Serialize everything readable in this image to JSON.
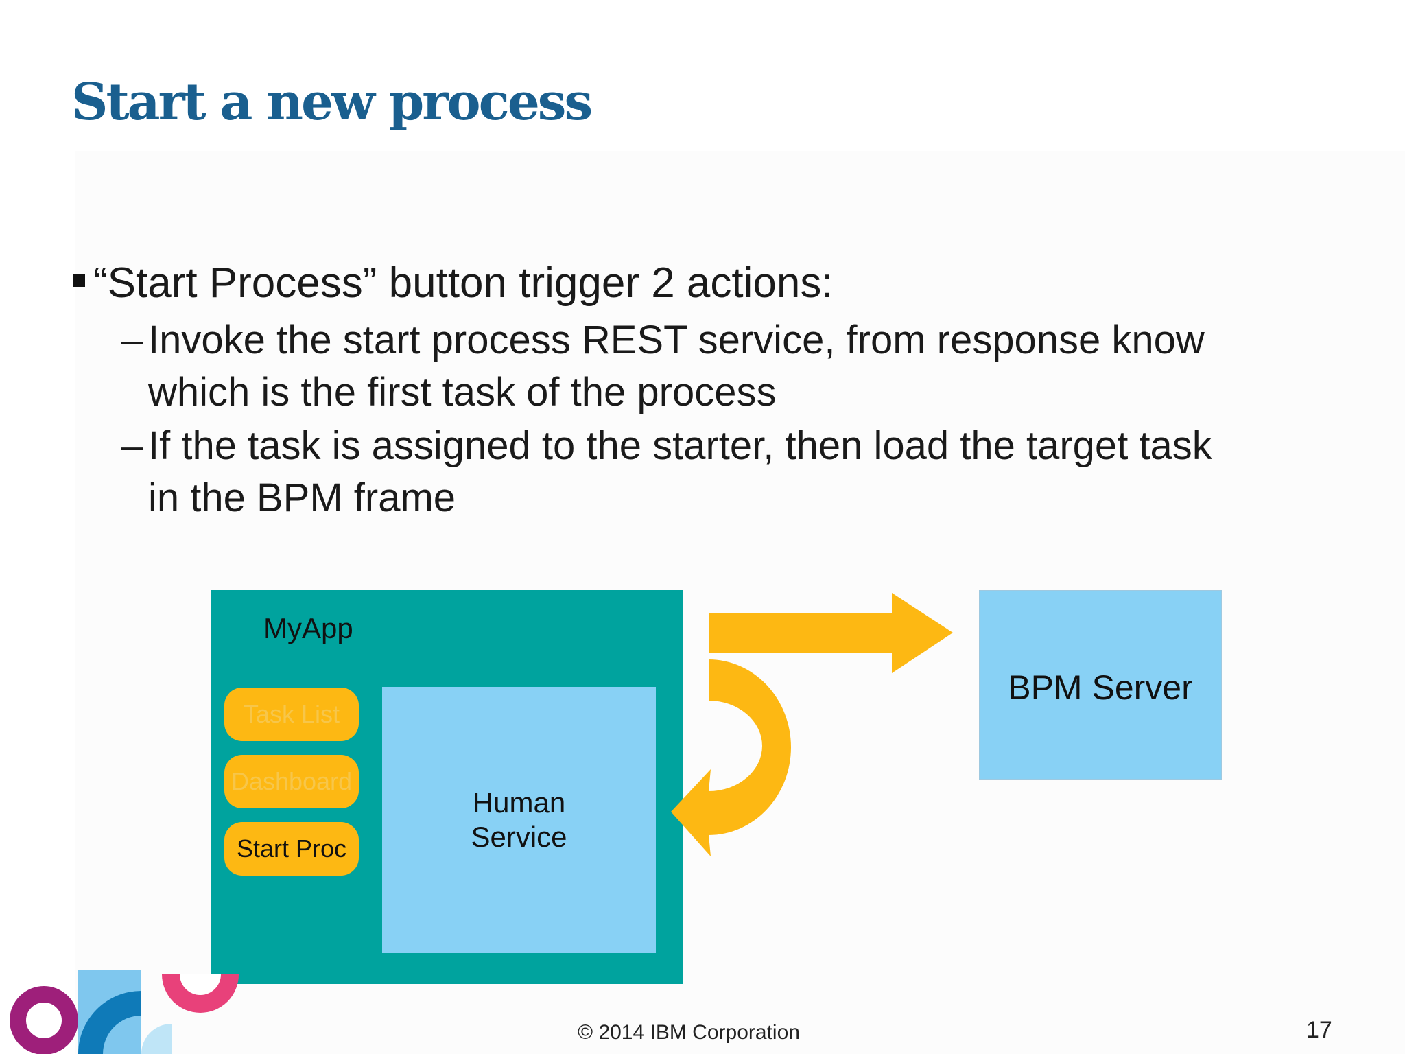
{
  "slide": {
    "title": "Start a new process",
    "bullet": "“Start Process” button trigger 2 actions:",
    "subbullets": [
      {
        "dash": "–",
        "lines": [
          "Invoke the start process REST service, from response know",
          "which is the first task of the process"
        ]
      },
      {
        "dash": "–",
        "lines": [
          "If the task is assigned to the starter, then load the target task",
          "in the BPM frame"
        ]
      }
    ]
  },
  "diagram": {
    "myapp_label": "MyApp",
    "buttons": [
      "Task List",
      "Dashboard",
      "Start Proc"
    ],
    "human_service_lines": [
      "Human",
      "Service"
    ],
    "bpm_server_label": "BPM Server",
    "colors": {
      "myapp": "#00a39e",
      "panel": "#88d1f5",
      "button": "#fdb813",
      "arrow": "#fdb813"
    }
  },
  "footer": {
    "copyright": "© 2014 IBM Corporation",
    "page_number": "17"
  }
}
